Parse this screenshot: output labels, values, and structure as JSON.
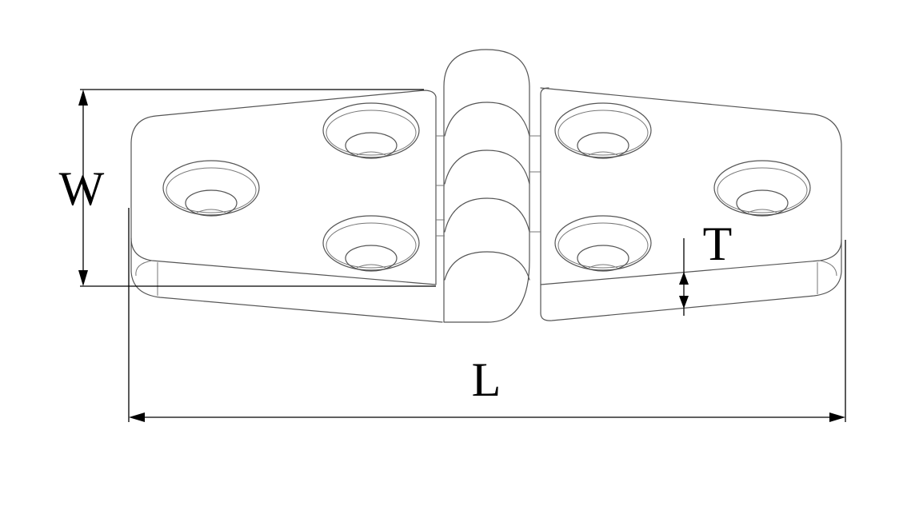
{
  "diagram": {
    "subject": "hinge",
    "labels": {
      "width": "W",
      "thickness": "T",
      "length": "L"
    },
    "colors": {
      "outline": "#555555",
      "dimension": "#000000",
      "background": "#ffffff"
    }
  }
}
